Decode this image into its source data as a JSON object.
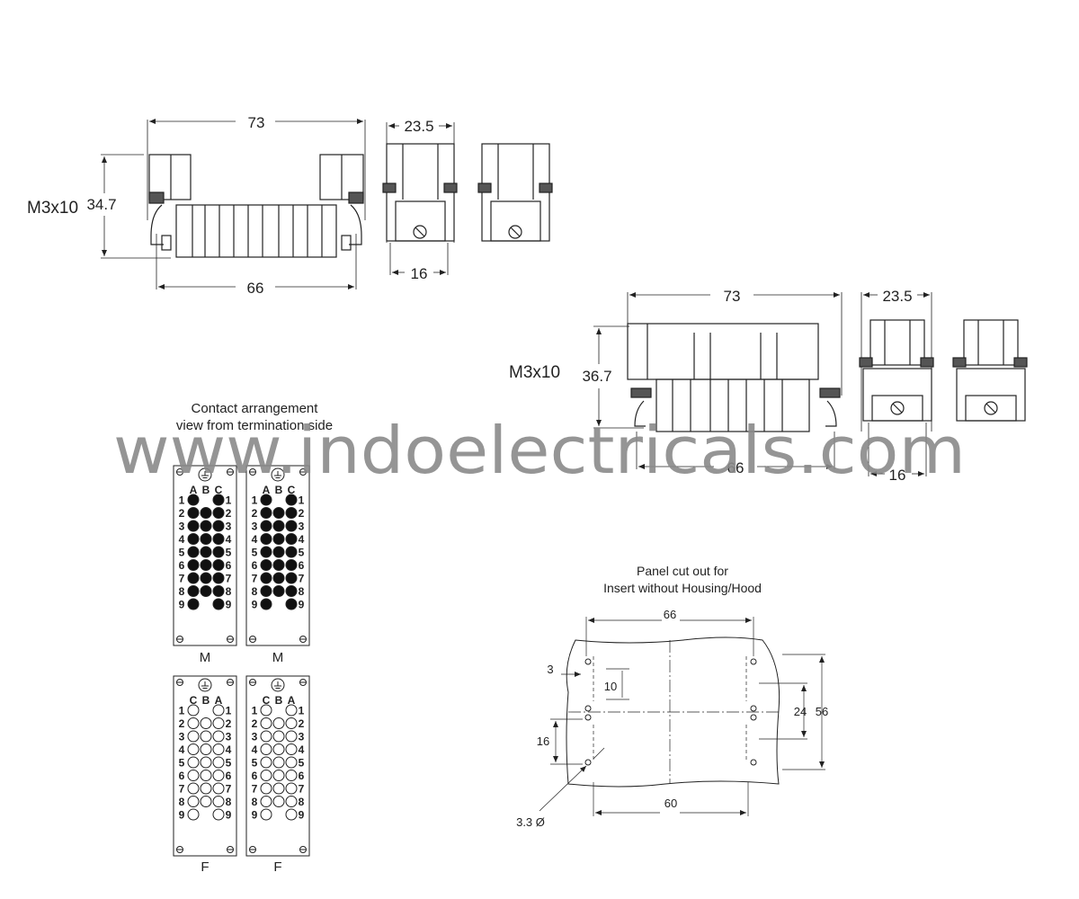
{
  "watermark": "www.indoelectricals.com",
  "male_insert": {
    "width_top": "73",
    "height": "34.7",
    "screw": "M3x10",
    "width_bottom": "66",
    "side_width": "23.5",
    "side_bottom": "16"
  },
  "female_insert": {
    "width_top": "73",
    "height": "36.7",
    "screw": "M3x10",
    "width_bottom": "66",
    "side_width": "23.5",
    "side_bottom": "16"
  },
  "contact_arrangement": {
    "title_line1": "Contact arrangement",
    "title_line2": "view from termination side",
    "male_cols": [
      "A",
      "B",
      "C"
    ],
    "female_cols": [
      "C",
      "B",
      "A"
    ],
    "rows": [
      "1",
      "2",
      "3",
      "4",
      "5",
      "6",
      "7",
      "8",
      "9"
    ],
    "male_label": "M",
    "female_label": "F"
  },
  "panel_cutout": {
    "title_line1": "Panel cut out for",
    "title_line2": "Insert without Housing/Hood",
    "dim_top": "66",
    "dim_bottom": "60",
    "dim_left_small": "3",
    "dim_inner": "10",
    "dim_left": "16",
    "dim_right_inner": "24",
    "dim_right": "56",
    "hole": "3.3 Ø"
  }
}
